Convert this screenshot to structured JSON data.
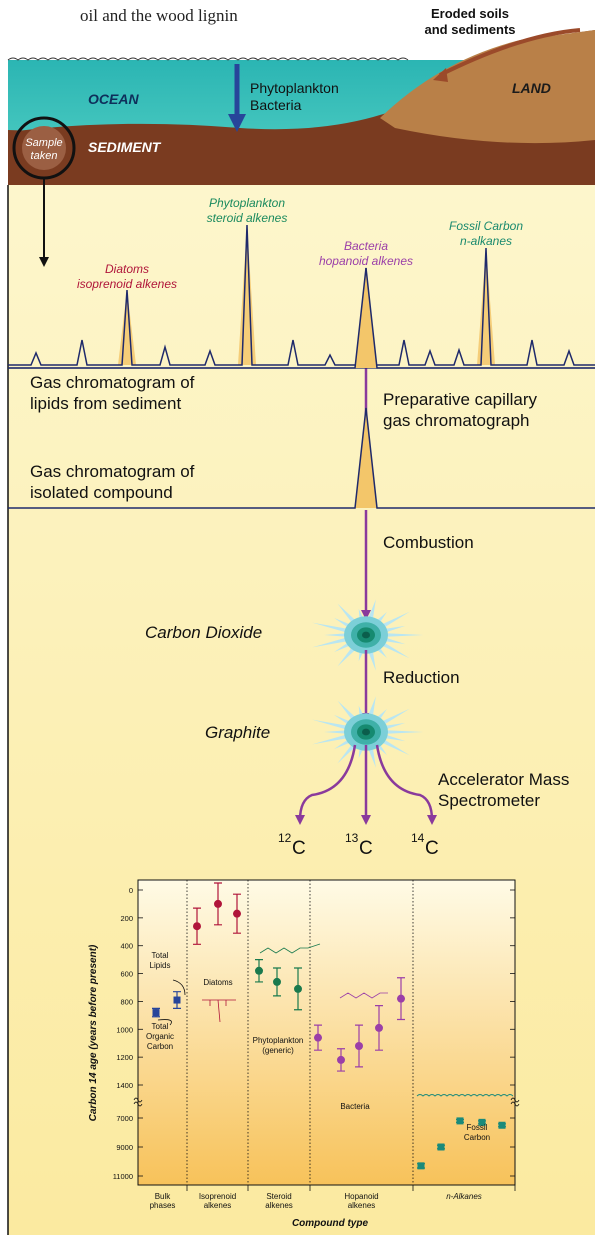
{
  "caption": "oil and the wood lignin",
  "scene": {
    "eroded_label_1": "Eroded soils",
    "eroded_label_2": "and sediments",
    "ocean": "OCEAN",
    "land": "LAND",
    "sediment": "SEDIMENT",
    "phyto_1": "Phytoplankton",
    "phyto_2": "Bacteria",
    "sample_1": "Sample",
    "sample_2": "taken"
  },
  "chromatogram": {
    "peaks": [
      {
        "line1": "Diatoms",
        "line2": "isoprenoid alkenes",
        "color": "#b0153a"
      },
      {
        "line1": "Phytoplankton",
        "line2": "steroid alkenes",
        "color": "#1a8a5e"
      },
      {
        "line1": "Bacteria",
        "line2": "hopanoid alkenes",
        "color": "#9b3fa8"
      },
      {
        "line1": "Fossil Carbon",
        "line2": "n-alkanes",
        "color": "#1a8a6e"
      }
    ],
    "label_1": "Gas chromatogram of",
    "label_2": "lipids from sediment",
    "prep_1": "Preparative capillary",
    "prep_2": "gas chromatograph"
  },
  "isolated": {
    "label_1": "Gas chromatogram of",
    "label_2": "isolated compound"
  },
  "process": {
    "combustion": "Combustion",
    "carbon_dioxide": "Carbon Dioxide",
    "reduction": "Reduction",
    "graphite": "Graphite",
    "ams_1": "Accelerator Mass",
    "ams_2": "Spectrometer",
    "isotopes": [
      {
        "mass": "12",
        "symbol": "C"
      },
      {
        "mass": "13",
        "symbol": "C"
      },
      {
        "mass": "14",
        "symbol": "C"
      }
    ]
  },
  "colors": {
    "ocean": "#2fb8b4",
    "land": "#b98048",
    "sediment": "#7a3b20",
    "panel": "#fdf6cc",
    "arrow": "#8a3a9c",
    "blue": "#27459a",
    "peak_fill": "#f3c66a",
    "chrom_line": "#1f2a6b"
  },
  "chart_data": {
    "type": "scatter",
    "xlabel": "Compound type",
    "ylabel": "Carbon 14 age (years before present)",
    "y_ticks_upper": [
      0,
      200,
      400,
      600,
      800,
      1000,
      1200,
      1400
    ],
    "y_ticks_lower": [
      7000,
      9000,
      11000
    ],
    "y_break": "1400 / 7000",
    "categories": [
      "Bulk phases",
      "Isoprenoid alkenes",
      "Steroid alkenes",
      "Hopanoid alkenes",
      "n-Alkanes"
    ],
    "category_lines": [
      [
        "Bulk",
        "phases"
      ],
      [
        "Isoprenoid",
        "alkenes"
      ],
      [
        "Steroid",
        "alkenes"
      ],
      [
        "Hopanoid",
        "alkenes"
      ],
      [
        "n-Alkanes",
        ""
      ]
    ],
    "annotations": {
      "total_lipids": [
        "Total",
        "Lipids"
      ],
      "total_organic_carbon": [
        "Total",
        "Organic",
        "Carbon"
      ],
      "diatoms": "Diatoms",
      "phytoplankton": [
        "Phytoplankton",
        "(generic)"
      ],
      "bacteria": "Bacteria",
      "fossil": [
        "Fossil",
        "Carbon"
      ]
    },
    "series": [
      {
        "group": "Bulk phases",
        "color": "#27459a",
        "marker": "square",
        "points": [
          {
            "label": "Total Organic Carbon",
            "y": 880,
            "err": 30
          },
          {
            "label": "Total Lipids",
            "y": 790,
            "err": 60
          }
        ]
      },
      {
        "group": "Isoprenoid alkenes",
        "color": "#b0153a",
        "marker": "circle",
        "points": [
          {
            "y": 260,
            "err": 130
          },
          {
            "y": 100,
            "err": 150
          },
          {
            "y": 170,
            "err": 140
          }
        ]
      },
      {
        "group": "Steroid alkenes",
        "color": "#1a7a4e",
        "marker": "circle",
        "points": [
          {
            "y": 580,
            "err": 80
          },
          {
            "y": 660,
            "err": 100
          },
          {
            "y": 710,
            "err": 150
          }
        ]
      },
      {
        "group": "Hopanoid alkenes",
        "color": "#9b3fa8",
        "marker": "circle",
        "points": [
          {
            "y": 1060,
            "err": 90
          },
          {
            "y": 1220,
            "err": 80
          },
          {
            "y": 1120,
            "err": 150
          },
          {
            "y": 990,
            "err": 160
          },
          {
            "y": 780,
            "err": 150
          }
        ]
      },
      {
        "group": "n-Alkanes",
        "color": "#1a8a7a",
        "marker": "square",
        "points": [
          {
            "y": 10300,
            "err": 150
          },
          {
            "y": 9000,
            "err": 120
          },
          {
            "y": 7200,
            "err": 100
          },
          {
            "y": 7300,
            "err": 100
          },
          {
            "y": 7500,
            "err": 100
          }
        ]
      }
    ]
  }
}
